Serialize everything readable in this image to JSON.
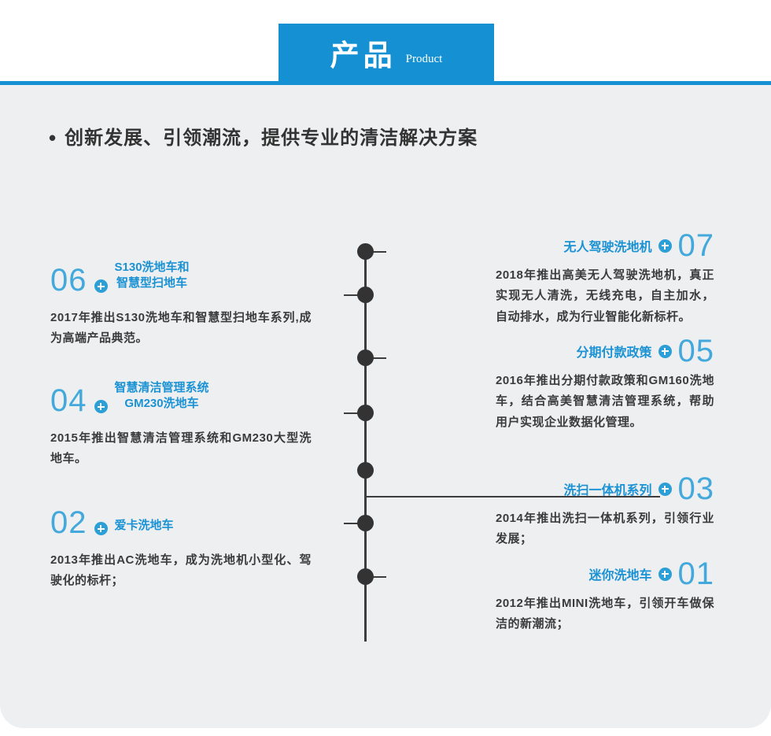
{
  "header": {
    "title": "产品",
    "subtitle": "Product"
  },
  "intro": {
    "bullet": "•",
    "heading": "创新发展、引领潮流，提供专业的清洁解决方案"
  },
  "timeline": {
    "items": [
      {
        "number": "07",
        "side": "right",
        "label_lines": [
          "无人驾驶洗地机"
        ],
        "description": "2018年推出高美无人驾驶洗地机，真正实现无人清洗，无线充电，自主加水，自动排水，成为行业智能化新标杆。"
      },
      {
        "number": "06",
        "side": "left",
        "label_lines": [
          "S130洗地车和",
          "智慧型扫地车"
        ],
        "description": "2017年推出S130洗地车和智慧型扫地车系列,成为高端产品典范。"
      },
      {
        "number": "05",
        "side": "right",
        "label_lines": [
          "分期付款政策"
        ],
        "description": "2016年推出分期付款政策和GM160洗地车，结合高美智慧清洁管理系统，帮助用户实现企业数据化管理。"
      },
      {
        "number": "04",
        "side": "left",
        "label_lines": [
          "智慧清洁管理系统",
          "GM230洗地车"
        ],
        "description": "2015年推出智慧清洁管理系统和GM230大型洗地车。"
      },
      {
        "number": "03",
        "side": "right",
        "label_lines": [
          "洗扫一体机系列"
        ],
        "description": "2014年推出洗扫一体机系列，引领行业发展；"
      },
      {
        "number": "02",
        "side": "left",
        "label_lines": [
          "爱卡洗地车"
        ],
        "description": "2013年推出AC洗地车，成为洗地机小型化、驾驶化的标杆；"
      },
      {
        "number": "01",
        "side": "right",
        "label_lines": [
          "迷你洗地车"
        ],
        "description": "2012年推出MINI洗地车，引领开车做保洁的新潮流；"
      }
    ]
  },
  "colors": {
    "accent_blue": "#1591d3",
    "number_blue": "#43a8db",
    "label_blue": "#1b92d4",
    "plus_blue": "#2d9fd7",
    "text_dark": "#3b3b3b",
    "panel_gray": "#edeff1",
    "dot_dark": "#333333"
  }
}
